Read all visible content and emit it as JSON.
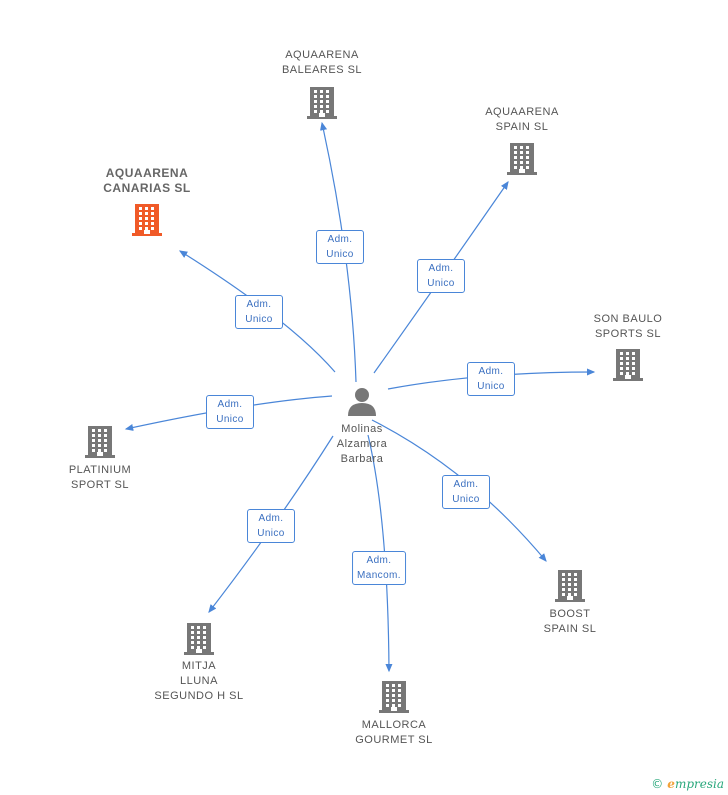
{
  "center": {
    "name": "Molinas\nAlzamora\nBarbara",
    "icon": "person-icon"
  },
  "nodes": [
    {
      "id": "baleares",
      "label": "AQUAARENA\nBALEARES  SL",
      "highlight": false,
      "icon": "building-icon"
    },
    {
      "id": "spain",
      "label": "AQUAARENA\nSPAIN  SL",
      "highlight": false,
      "icon": "building-icon"
    },
    {
      "id": "canarias",
      "label": "AQUAARENA\nCANARIAS  SL",
      "highlight": true,
      "icon": "building-icon"
    },
    {
      "id": "sonbaulo",
      "label": "SON BAULO\nSPORTS  SL",
      "highlight": false,
      "icon": "building-icon"
    },
    {
      "id": "platinium",
      "label": "PLATINIUM\nSPORT  SL",
      "highlight": false,
      "icon": "building-icon"
    },
    {
      "id": "boost",
      "label": "BOOST\nSPAIN  SL",
      "highlight": false,
      "icon": "building-icon"
    },
    {
      "id": "mitja",
      "label": "MITJA\nLLUNA\nSEGUNDO H SL",
      "highlight": false,
      "icon": "building-icon"
    },
    {
      "id": "mallorca",
      "label": "MALLORCA\nGOURMET SL",
      "highlight": false,
      "icon": "building-icon"
    }
  ],
  "edges": [
    {
      "to": "baleares",
      "label": "Adm.\nUnico"
    },
    {
      "to": "spain",
      "label": "Adm.\nUnico"
    },
    {
      "to": "canarias",
      "label": "Adm.\nUnico"
    },
    {
      "to": "sonbaulo",
      "label": "Adm.\nUnico"
    },
    {
      "to": "platinium",
      "label": "Adm.\nUnico"
    },
    {
      "to": "boost",
      "label": "Adm.\nUnico"
    },
    {
      "to": "mitja",
      "label": "Adm.\nUnico"
    },
    {
      "to": "mallorca",
      "label": "Adm.\nMancom."
    }
  ],
  "colors": {
    "edge": "#4a86d8",
    "building": "#777777",
    "building_highlight": "#f05a28",
    "person": "#777777"
  },
  "brand": {
    "copyright": "©",
    "name_initial": "e",
    "name_rest": "mpresia"
  }
}
